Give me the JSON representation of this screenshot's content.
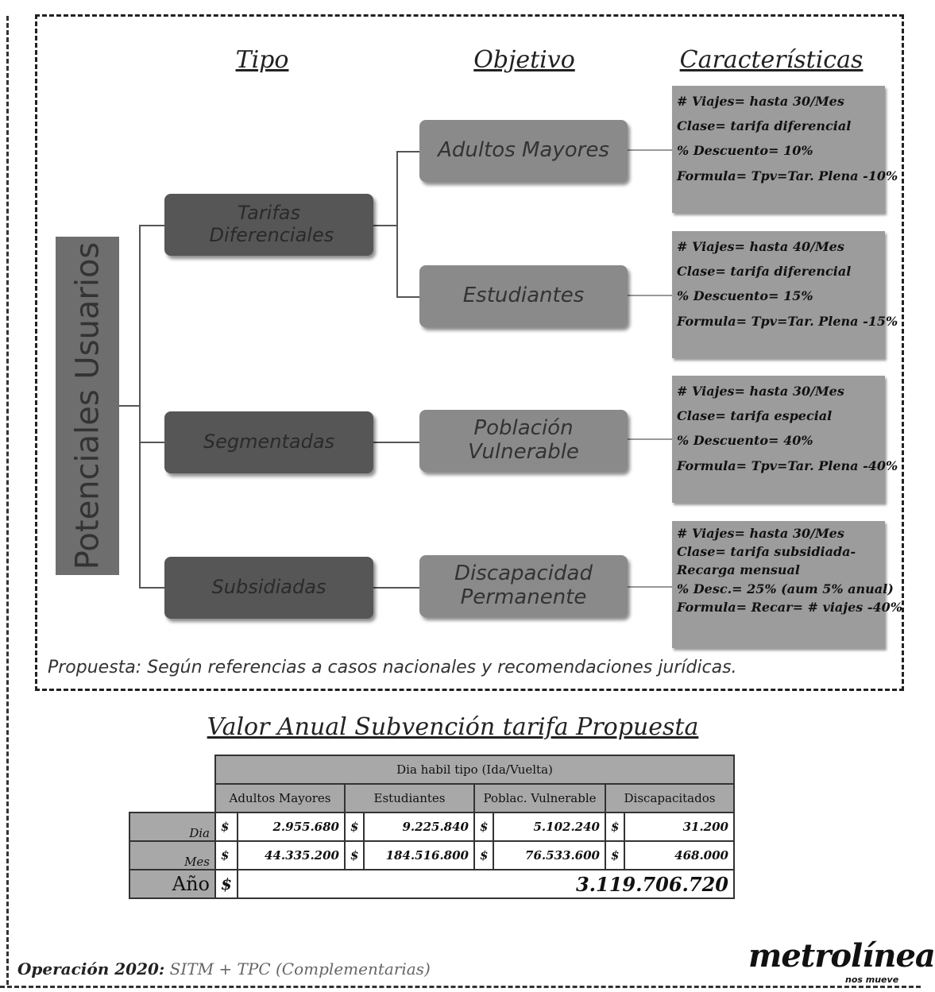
{
  "headers": {
    "tipo": "Tipo",
    "objetivo": "Objetivo",
    "caracteristicas": "Características"
  },
  "root_label": "Potenciales Usuarios",
  "types": {
    "t1": "Tarifas Diferenciales",
    "t2": "Segmentadas",
    "t3": "Subsidiadas"
  },
  "objectives": {
    "o1": "Adultos Mayores",
    "o2": "Estudiantes",
    "o3": "Población Vulnerable",
    "o4": "Discapacidad Permanente"
  },
  "notes": [
    [
      "# Viajes= hasta 30/Mes",
      "Clase= tarifa diferencial",
      "% Descuento= 10%",
      "Formula= Tpv=Tar. Plena -10%"
    ],
    [
      "# Viajes= hasta 40/Mes",
      "Clase= tarifa diferencial",
      "% Descuento= 15%",
      "Formula= Tpv=Tar. Plena -15%"
    ],
    [
      "# Viajes= hasta 30/Mes",
      "Clase= tarifa especial",
      "% Descuento= 40%",
      "Formula= Tpv=Tar. Plena -40%"
    ],
    [
      "# Viajes= hasta 30/Mes",
      "Clase= tarifa subsidiada-",
      "Recarga mensual",
      "% Desc.= 25% (aum 5% anual)",
      "Formula= Recar= # viajes -40%"
    ]
  ],
  "propuesta": "Propuesta: Según referencias a casos nacionales y recomendaciones jurídicas.",
  "table": {
    "title": "Valor Anual Subvención tarifa Propuesta",
    "group_header": "Dia habil tipo (Ida/Vuelta)",
    "columns": [
      "Adultos Mayores",
      "Estudiantes",
      "Poblac. Vulnerable",
      "Discapacitados"
    ],
    "rows": [
      {
        "label": "Dia",
        "currency": "$",
        "values": [
          "2.955.680",
          "9.225.840",
          "5.102.240",
          "31.200"
        ]
      },
      {
        "label": "Mes",
        "currency": "$",
        "values": [
          "44.335.200",
          "184.516.800",
          "76.533.600",
          "468.000"
        ]
      }
    ],
    "year": {
      "label": "Año",
      "currency": "$",
      "value": "3.119.706.720"
    }
  },
  "footer": {
    "bold": "Operación 2020:",
    "rest": " SITM + TPC (Complementarias)"
  },
  "logo": {
    "name": "metrolínea",
    "tagline": "nos mueve"
  }
}
